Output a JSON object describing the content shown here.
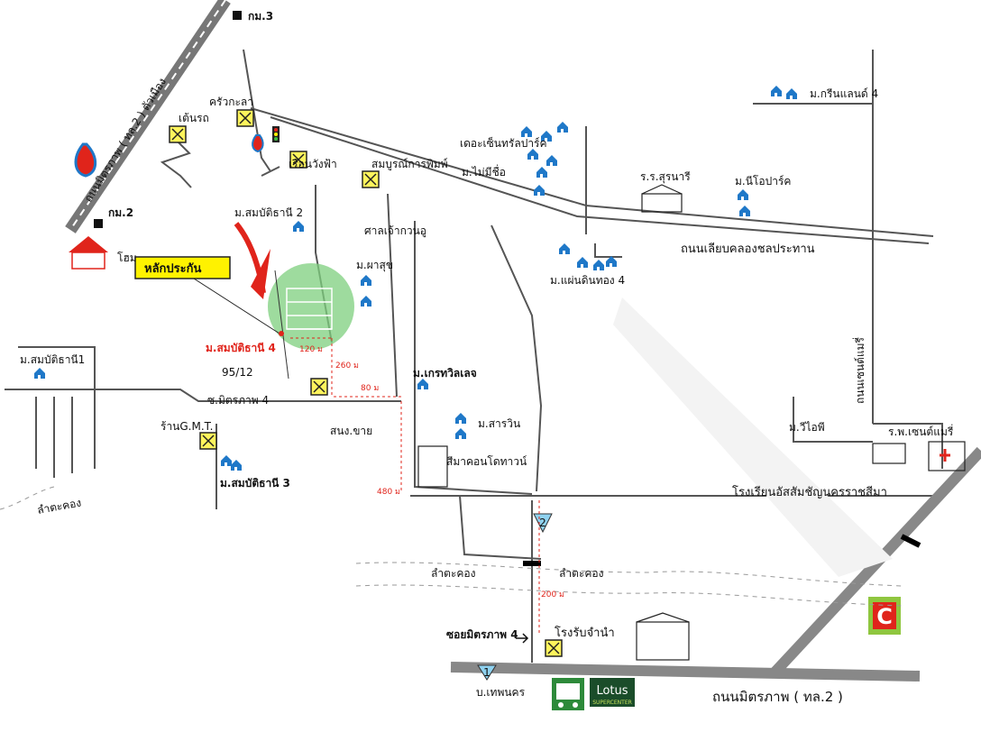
{
  "labels": {
    "km3": "กม.3",
    "km2": "กม.2",
    "highway_left": "ถนนมิตรภาพ ( ทล.2 ) ตัวเมือง",
    "tenrot": "เต้นรถ",
    "krua": "ครัวกะลา",
    "rueanwangfa": "เรือนวังฟ้า",
    "somboon": "สมบูรณ์การพิมพ์",
    "the_central": "เดอะเซ็นทรัลปาร์ค",
    "mai_mi_chue": "ม.ไม่มีชื่อ",
    "ror_suranari": "ร.ร.สุรนารี",
    "green_land": "ม.กรีนแลนด์ 4",
    "nico_park": "ม.นีโอปาร์ค",
    "road_canal": "ถนนเลียบคลองชลประทาน",
    "sombat2": "ม.สมบัติธานี 2",
    "sanchao": "ศาลเจ้ากวนอู",
    "phasuk": "ม.ผาสุข",
    "pandin": "ม.แผ่นดินทอง 4",
    "sombat4": "ม.สมบัติธานี 4",
    "house_no": "95/12",
    "sombat1": "ม.สมบัติธานี1",
    "mitraphap4": "ซ.มิตรภาพ 4",
    "kret": "ม.เกรทวิลเลจ",
    "sanong": "สนง.ขาย",
    "sarawin": "ม.สารวิน",
    "sima_condo": "สีมาคอนโดทาวน์",
    "gmt": "ร้านG.M.T.",
    "sombat3": "ม.สมบัติธานี 3",
    "lamtakong_left": "ลำตะคอง",
    "lamtakong_mid1": "ลำตะคอง",
    "lamtakong_mid2": "ลำตะคอง",
    "vip": "ม.วีไอพี",
    "road_saint_mary": "ถนนเซนต์แมรี่",
    "hospital": "ร.พ.เซนต์แมรี่",
    "assumption": "โรงเรียนอัสสัมชัญนครราชสีมา",
    "soi_mitraphap4": "ซอยมิตรภาพ 4",
    "pawn": "โรงรับจำนำ",
    "thepnakorn": "บ.เทพนคร",
    "road_mitraphap": "ถนนมิตรภาพ ( ทล.2 )",
    "callout": "หลักประกัน",
    "omi": "โฮม",
    "lotus": "Lotus",
    "lotus_sub": "SUPERCENTER",
    "bigc": "C",
    "marker1": "1",
    "marker2": "2"
  },
  "distances": {
    "d120": "120 ม",
    "d260": "260 ม",
    "d80": "80 ม",
    "d480": "480 ม",
    "d200": "200 ม"
  },
  "colors": {
    "road": "#555555",
    "house": "#1f78c8",
    "highlight": "#7ecf7e",
    "pointer": "#e0241b",
    "callout_bg": "#fff200",
    "distance": "#e0241b"
  },
  "icons": {
    "house": "house-cluster-icon",
    "gas": "gas-station-icon",
    "landmark": "yellow-landmark-icon",
    "school": "school-building-icon",
    "bus": "bus-icon",
    "km_marker": "kilometer-marker-icon",
    "traffic_light": "traffic-light-icon"
  }
}
